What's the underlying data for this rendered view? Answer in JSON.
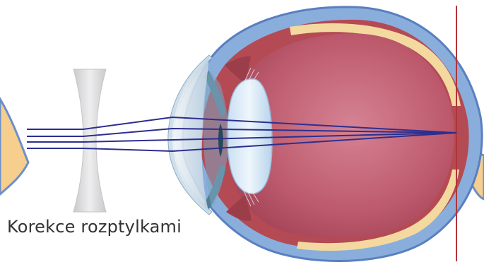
{
  "diagram": {
    "caption": "Korekce rozptylkami",
    "ray_count": 4,
    "colors": {
      "ray": "#2d2e8f",
      "focal_line": "#b0353a",
      "sclera_outer": "#8aaedc",
      "sclera_inner": "#5f86c6",
      "choroid": "#b44a54",
      "vitreous": "#c8697b",
      "retina_band": "#f3d9a0",
      "cornea": "#d9e6ee",
      "iris": "#4f7e96",
      "lens": "#dcecf8",
      "concave_lens": "#d7d8da",
      "eyelid_skin": "#f6cf8e"
    },
    "icons": [
      "concave-lens",
      "eye-cross-section",
      "focal-line"
    ]
  }
}
